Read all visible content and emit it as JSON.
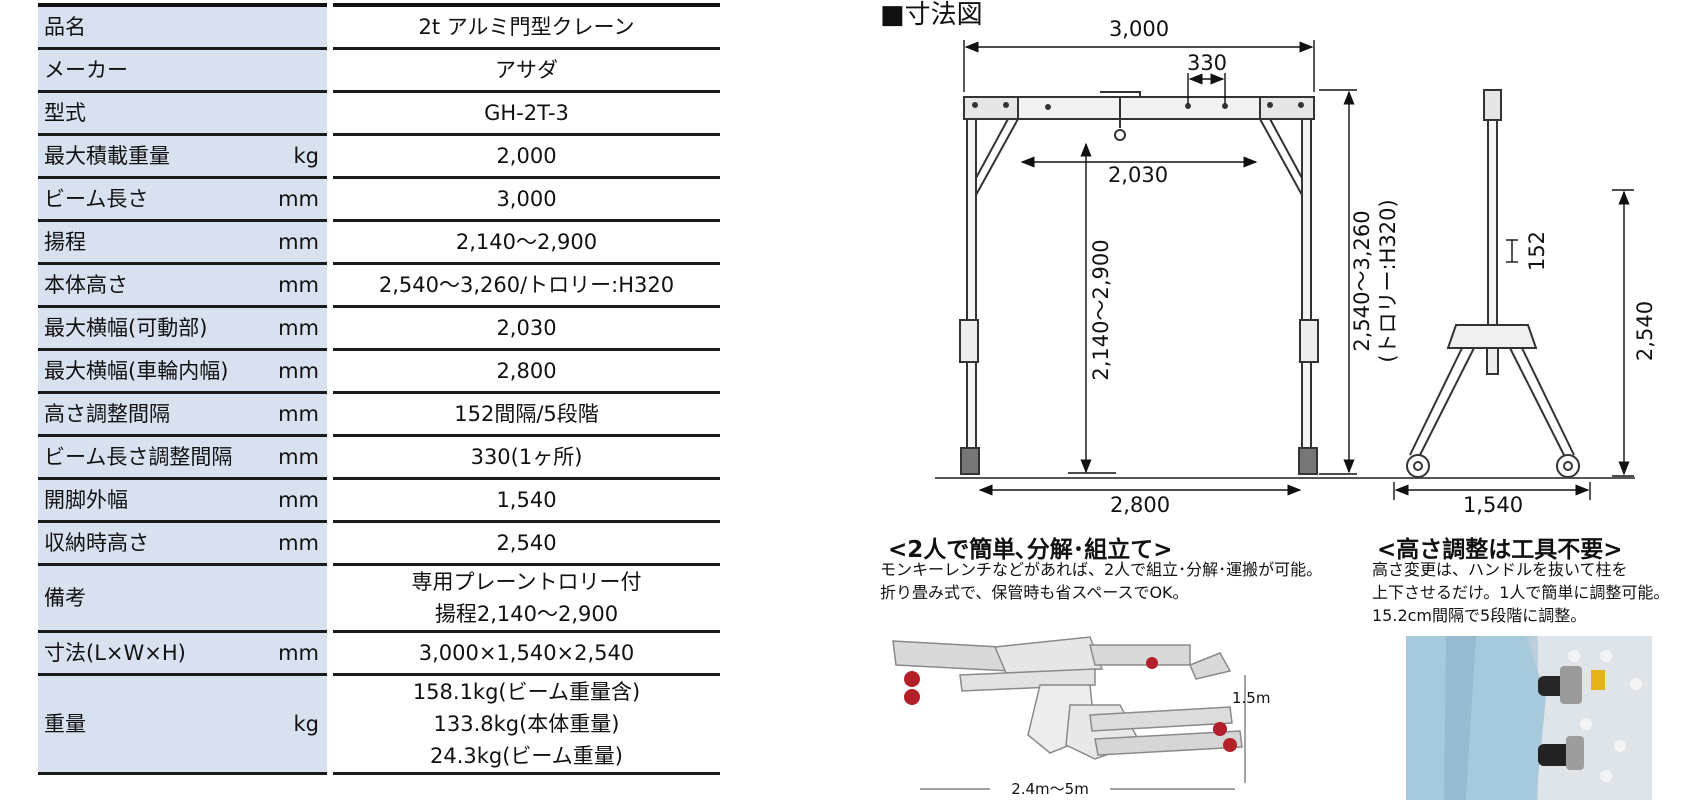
{
  "spec_table": {
    "rows": [
      {
        "label": "品名",
        "unit": "",
        "value": [
          "2t アルミ門型クレーン"
        ]
      },
      {
        "label": "メーカー",
        "unit": "",
        "value": [
          "アサダ"
        ]
      },
      {
        "label": "型式",
        "unit": "",
        "value": [
          "GH-2T-3"
        ]
      },
      {
        "label": "最大積載重量",
        "unit": "kg",
        "value": [
          "2,000"
        ]
      },
      {
        "label": "ビーム長さ",
        "unit": "mm",
        "value": [
          "3,000"
        ]
      },
      {
        "label": "揚程",
        "unit": "mm",
        "value": [
          "2,140～2,900"
        ]
      },
      {
        "label": "本体高さ",
        "unit": "mm",
        "value": [
          "2,540～3,260/トロリー:H320"
        ]
      },
      {
        "label": "最大横幅(可動部)",
        "unit": "mm",
        "value": [
          "2,030"
        ]
      },
      {
        "label": "最大横幅(車輪内幅)",
        "unit": "mm",
        "value": [
          "2,800"
        ]
      },
      {
        "label": "高さ調整間隔",
        "unit": "mm",
        "value": [
          "152間隔/5段階"
        ]
      },
      {
        "label": "ビーム長さ調整間隔",
        "unit": "mm",
        "value": [
          "330(1ヶ所)"
        ]
      },
      {
        "label": "開脚外幅",
        "unit": "mm",
        "value": [
          "1,540"
        ]
      },
      {
        "label": "収納時高さ",
        "unit": "mm",
        "value": [
          "2,540"
        ]
      },
      {
        "label": "備考",
        "unit": "",
        "value": [
          "専用プレーントロリー付",
          "揚程2,140～2,900"
        ]
      },
      {
        "label": "寸法(L×W×H)",
        "unit": "mm",
        "value": [
          "3,000×1,540×2,540"
        ]
      },
      {
        "label": "重量",
        "unit": "kg",
        "value": [
          "158.1kg(ビーム重量含)",
          "133.8kg(本体重量)",
          "24.3kg(ビーム重量)"
        ]
      }
    ]
  },
  "drawing": {
    "heading": "■寸法図",
    "dims": {
      "beam_length": "3,000",
      "beam_adjust": "330",
      "movable_width": "2,030",
      "lift_range": "2,140～2,900",
      "body_height": "2,540～3,260",
      "trolley_height": "(トロリー:H320)",
      "wheel_width": "2,800",
      "height_step": "152",
      "stored_height": "2,540",
      "leg_width": "1,540"
    }
  },
  "captions": {
    "assembly": {
      "title": "<2人で簡単､分解･組立て>",
      "lines": [
        "モンキーレンチなどがあれば、2人で組立･分解･運搬が可能。",
        "折り畳み式で、保管時も省スペースでOK。"
      ]
    },
    "height": {
      "title": "<高さ調整は工具不要>",
      "lines": [
        "高さ変更は、ハンドルを抜いて柱を",
        "上下させるだけ。1人で簡単に調整可能。",
        "15.2cm間隔で5段階に調整。"
      ]
    }
  },
  "photo_fold": {
    "height_label": "1.5m",
    "length_label": "2.4m～5m"
  }
}
